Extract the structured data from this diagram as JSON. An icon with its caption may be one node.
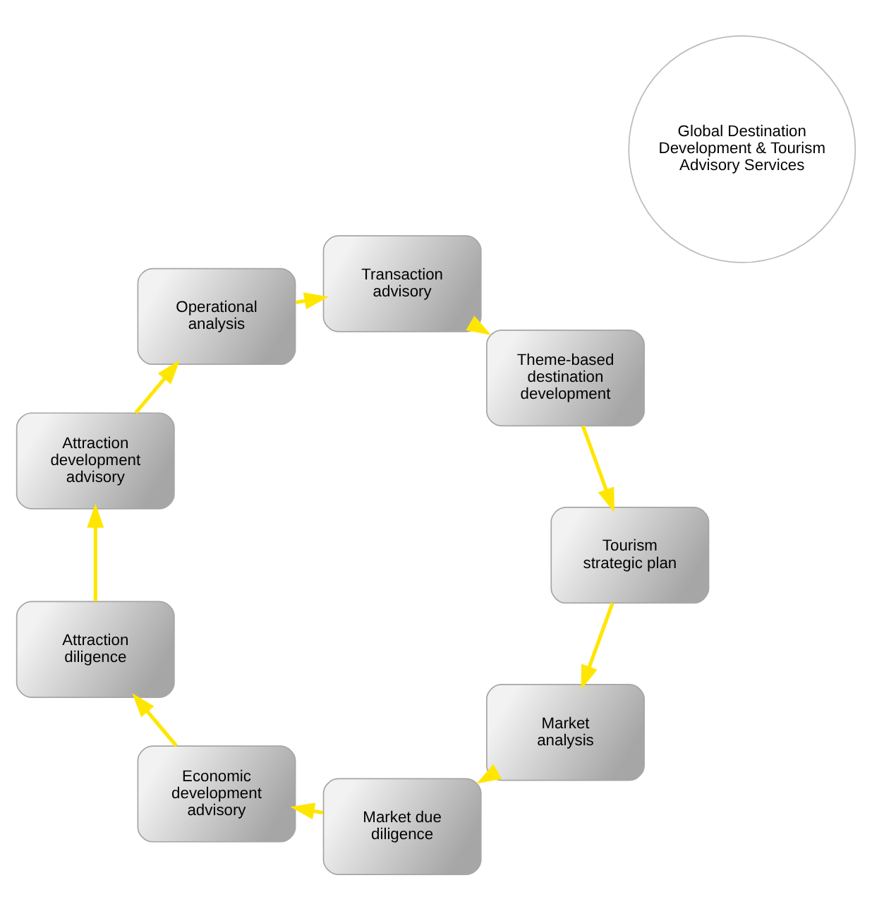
{
  "diagram": {
    "nodes": [
      {
        "text": [
          "Market analysis"
        ]
      },
      {
        "text": [
          "Market due diligence"
        ]
      },
      {
        "text": [
          "Economic development advisory"
        ]
      },
      {
        "text": [
          "Attraction diligence"
        ]
      },
      {
        "text": [
          "Attraction development advisory"
        ]
      },
      {
        "text": [
          "Operational analysis"
        ]
      },
      {
        "text": [
          "Transaction advisory"
        ]
      },
      {
        "text": [
          "Theme-based destination development"
        ]
      },
      {
        "text": [
          "Tourism strategic plan"
        ]
      },
      {
        "text": [
          "Global Destination Development & Tourism Advisory Services"
        ]
      }
    ],
    "edges": [
      {
        "from": 0,
        "to": 1,
        "arrow": "to"
      },
      {
        "from": 1,
        "to": 2,
        "arrow": "to"
      },
      {
        "from": 2,
        "to": 3,
        "arrow": "to"
      },
      {
        "from": 3,
        "to": 4,
        "arrow": "to"
      },
      {
        "from": 4,
        "to": 5,
        "arrow": "to"
      },
      {
        "from": 5,
        "to": 6,
        "arrow": "to"
      },
      {
        "from": 6,
        "to": 7,
        "arrow": "to"
      },
      {
        "from": 7,
        "to": 8,
        "arrow": "to"
      },
      {
        "from": 8,
        "to": 0,
        "arrow": "to"
      }
    ]
  }
}
